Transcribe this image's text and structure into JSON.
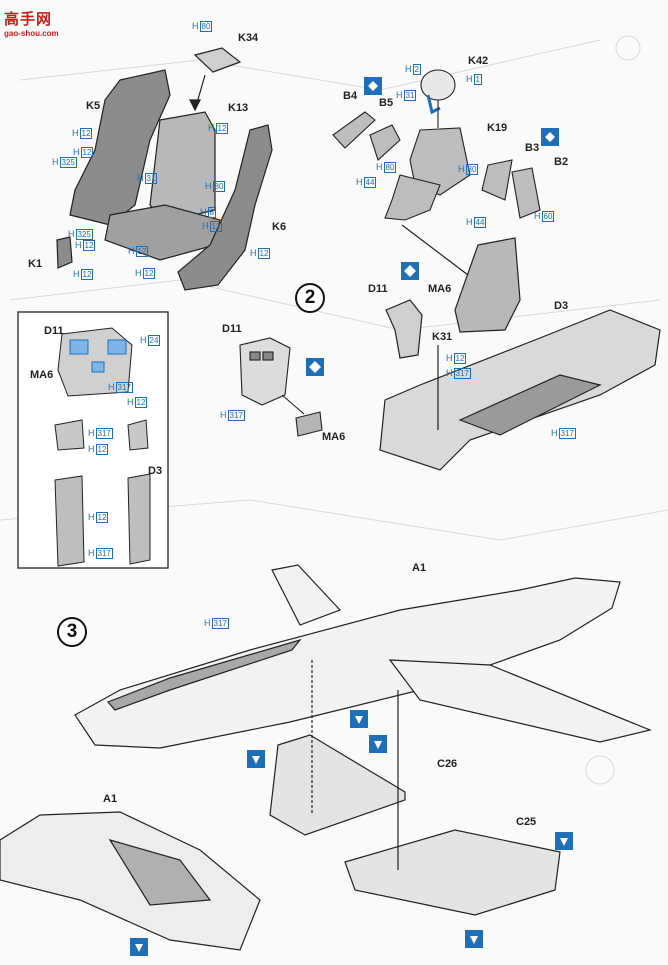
{
  "site_logo": {
    "text": "高手网",
    "url_text": "gao-shou.com"
  },
  "steps": {
    "two": "2",
    "three": "3"
  },
  "part_labels": {
    "k34": "K34",
    "k13": "K13",
    "k5": "K5",
    "k6": "K6",
    "k1": "K1",
    "k42": "K42",
    "b4": "B4",
    "b5": "B5",
    "k19": "K19",
    "b3": "B3",
    "b2": "B2",
    "d11_a": "D11",
    "ma6_a": "MA6",
    "k31": "K31",
    "d3_a": "D3",
    "d11_b": "D11",
    "ma6_b": "MA6",
    "d11_inset": "D11",
    "ma6_inset": "MA6",
    "d3_inset": "D3",
    "a1_main": "A1",
    "c26": "C26",
    "c25": "C25",
    "a1_low": "A1"
  },
  "color_codes": {
    "h80": "80",
    "h12_a": "12",
    "h12_b": "12",
    "h12_c": "12",
    "h325_a": "325",
    "h31": "31",
    "h80_b": "80",
    "h8": "8",
    "h12_d": "12",
    "h325_b": "325",
    "h12_e": "12",
    "h12_f": "12",
    "h12_g": "12",
    "h12_h": "12",
    "h2": "2",
    "h1": "1",
    "h31_b": "31",
    "h80_c": "80",
    "h44_a": "44",
    "h44_b": "44",
    "h60": "60",
    "h12_i": "12",
    "h317_a": "317",
    "h317_b": "317",
    "h317_c": "317",
    "h24": "24",
    "h317_d": "317",
    "h12_j": "12",
    "h317_e": "317",
    "h12_k": "12",
    "h12_l": "12",
    "h317_f": "317",
    "h317_g": "317",
    "h317_main": "317"
  },
  "colors": {
    "code_blue": "#1e6fb8",
    "logo_red": "#c81e1e",
    "line": "#222222",
    "gray_fill": "#8c8c8c",
    "symbol_blue": "#1e6fb8"
  }
}
